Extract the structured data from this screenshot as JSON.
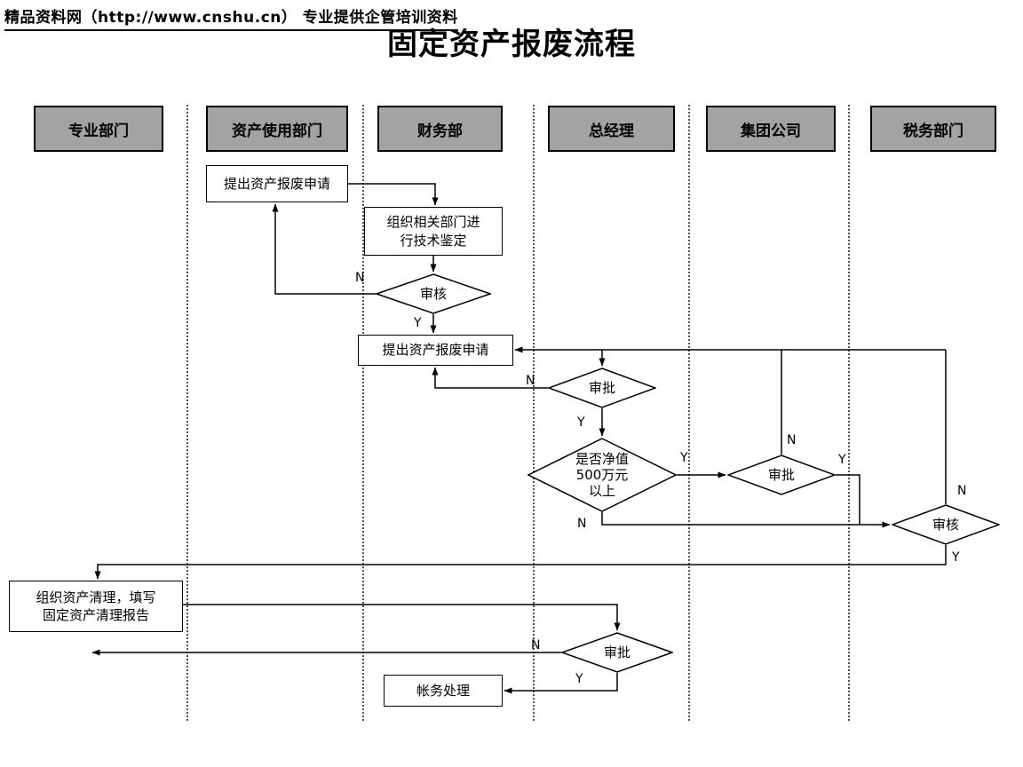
{
  "watermark": "精品资料网（http://www.cnshu.cn） 专业提供企管培训资料",
  "title": "固定资产报废流程",
  "lanes": [
    {
      "label": "专业部门"
    },
    {
      "label": "资产使用部门"
    },
    {
      "label": "财务部"
    },
    {
      "label": "总经理"
    },
    {
      "label": "集团公司"
    },
    {
      "label": "税务部门"
    }
  ],
  "nodes": {
    "apply_request_1": "提出资产报废申请",
    "organize_appraisal": "组织相关部门进\n行技术鉴定",
    "review_1": "审核",
    "apply_request_2": "提出资产报废申请",
    "approve_gm": "审批",
    "networth_check": "是否净值\n500万元\n以上",
    "approve_group": "审批",
    "review_tax": "审核",
    "cleanup_report": "组织资产清理，填写\n固定资产清理报告",
    "approve_final": "审批",
    "account_handling": "帐务处理"
  },
  "branch": {
    "yes": "Y",
    "no": "N"
  },
  "colors": {
    "lane_header_bg": "#a3a3a3",
    "line": "#000000"
  }
}
